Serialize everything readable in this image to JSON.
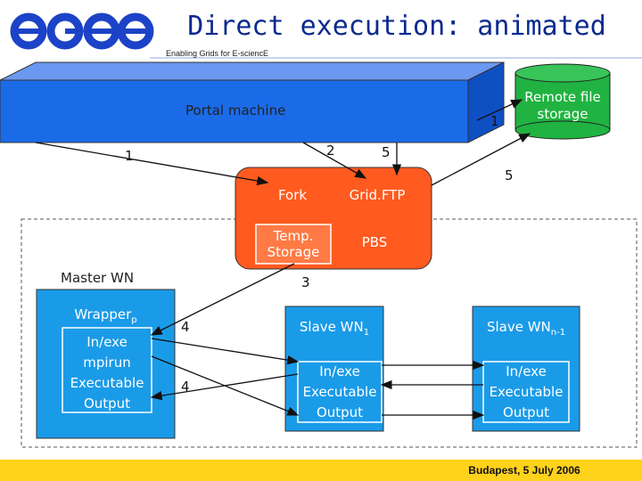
{
  "header": {
    "logo_text": "egee",
    "title": "Direct execution: animated",
    "subtitle": "Enabling Grids for E-sciencE"
  },
  "portal": {
    "label": "Portal machine"
  },
  "remote_storage": {
    "label_line1": "Remote file",
    "label_line2": "storage"
  },
  "ce": {
    "fork": "Fork",
    "gridftp": "Grid.FTP",
    "temp_line1": "Temp.",
    "temp_line2": "Storage",
    "pbs": "PBS"
  },
  "master": {
    "label": "Master WN",
    "wrapper": "Wrapper",
    "wrapper_sub": "p",
    "lines": [
      "In/exe",
      "mpirun",
      "Executable",
      "Output"
    ]
  },
  "slave1": {
    "title": "Slave WN",
    "title_sub": "1",
    "lines": [
      "In/exe",
      "Executable",
      "Output"
    ]
  },
  "slave2": {
    "title": "Slave WN",
    "title_sub": "n-1",
    "lines": [
      "In/exe",
      "Executable",
      "Output"
    ]
  },
  "steps": {
    "s1_left": "1",
    "s1_right": "1",
    "s2": "2",
    "s5_top": "5",
    "s5_right": "5",
    "s3": "3",
    "s4_top": "4",
    "s4_bottom": "4"
  },
  "footer": {
    "text": "Budapest, 5 July 2006"
  },
  "colors": {
    "portal_blue": "#1b6be8",
    "ce_orange": "#ff5a1f",
    "slave_blue": "#1a9be8",
    "storage_green": "#20b341",
    "title_blue": "#0b2a8f",
    "footer_yellow": "#ffd21c"
  }
}
